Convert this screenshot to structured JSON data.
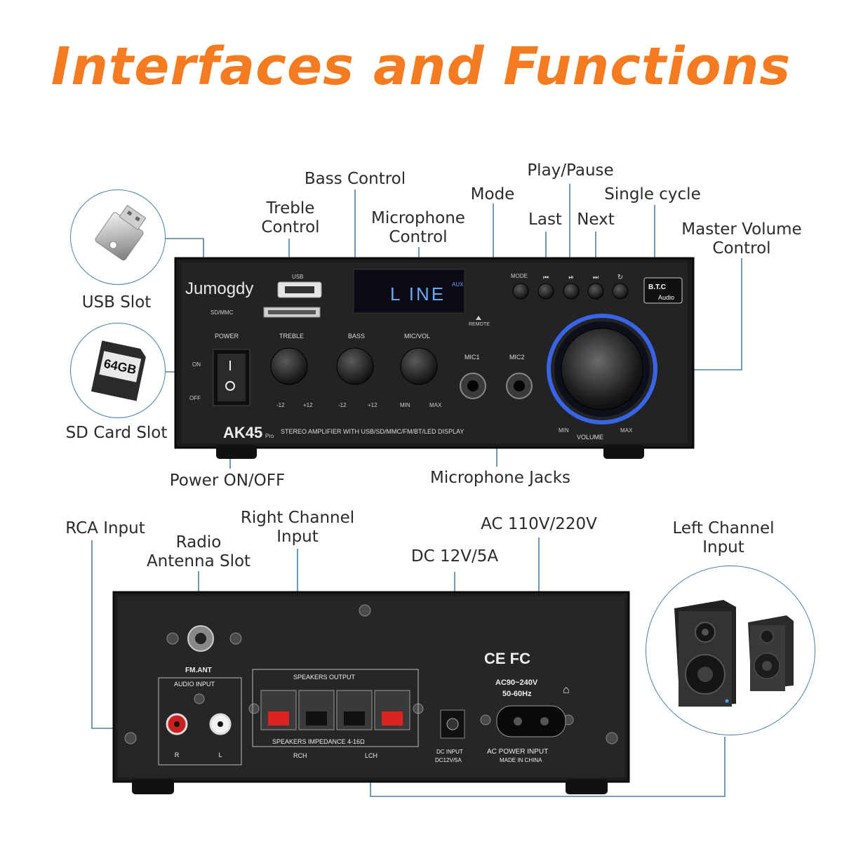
{
  "title": "Interfaces and Functions",
  "accent_color": "#f47b20",
  "line_color": "#4a7fa8",
  "front_callouts": {
    "usb_slot": "USB Slot",
    "sd_card_slot": "SD Card Slot",
    "power": "Power ON/OFF",
    "treble": [
      "Treble",
      "Control"
    ],
    "bass": "Bass Control",
    "microphone_control": [
      "Microphone",
      "Control"
    ],
    "mode": "Mode",
    "play_pause": "Play/Pause",
    "last": "Last",
    "next": "Next",
    "single_cycle": "Single cycle",
    "master_volume": [
      "Master Volume",
      "Control"
    ],
    "microphone_jacks": "Microphone Jacks"
  },
  "rear_callouts": {
    "rca_input": "RCA Input",
    "radio_antenna": [
      "Radio",
      "Antenna Slot"
    ],
    "right_channel": [
      "Right Channel",
      "Input"
    ],
    "dc": "DC 12V/5A",
    "ac": "AC 110V/220V",
    "left_channel": [
      "Left Channel",
      "Input"
    ]
  },
  "front_panel": {
    "brand": "Jumogdy",
    "usb_label": "USB",
    "sd_label": "SD/MMC",
    "display_text": "L  INE",
    "display_aux": "AUX",
    "remote_label": "REMOTE",
    "power_label": "POWER",
    "on_label": "ON",
    "off_label": "OFF",
    "treble_label": "TREBLE",
    "bass_label": "BASS",
    "micvol_label": "MIC/VOL",
    "mic1_label": "MIC1",
    "mic2_label": "MIC2",
    "mode_label": "MODE",
    "minus12": "-12",
    "plus12": "+12",
    "min": "MIN",
    "max": "MAX",
    "volume_label": "VOLUME",
    "bt_label": "B.T.C",
    "bt_audio": "Audio",
    "model": "AK45",
    "model_pro": "Pro",
    "description": "STEREO AMPLIFIER WITH USB/SD/MMC/FM/BT/LED DISPLAY"
  },
  "rear_panel": {
    "fm_ant": "FM.ANT",
    "audio_input": "AUDIO INPUT",
    "r": "R",
    "l": "L",
    "speakers_output": "SPEAKERS OUTPUT",
    "speakers_impedance": "SPEAKERS IMPEDANCE 4-16Ω",
    "rch": "RCH",
    "lch": "LCH",
    "ac_range": "AC90~240V",
    "hz": "50-60Hz",
    "dc_input": "DC INPUT",
    "dc_rating": "DC12V/5A",
    "ac_power_input": "AC POWER INPUT",
    "made_in": "MADE IN CHINA",
    "cert": "CE  FC"
  },
  "sd_card_capacity": "64GB"
}
